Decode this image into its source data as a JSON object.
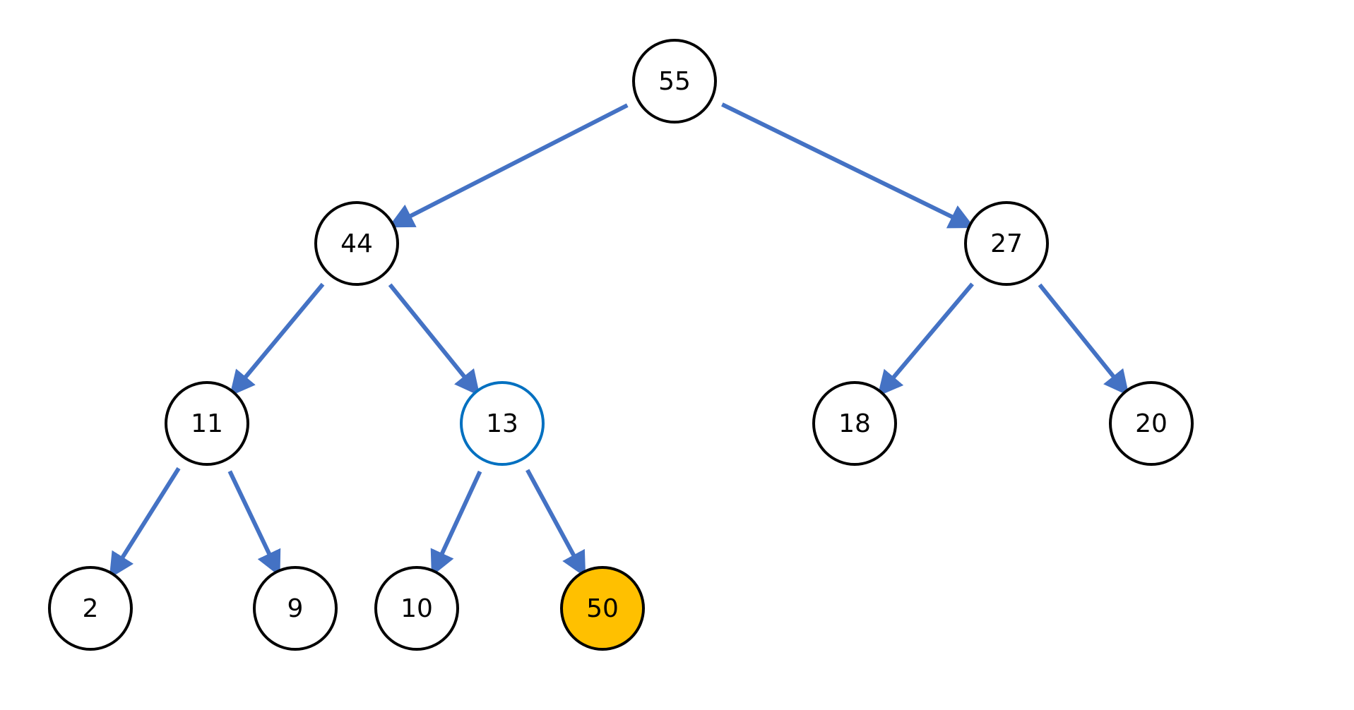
{
  "colors": {
    "edge": "#4472C4",
    "node_border": "#000000",
    "current_border": "#0070C0",
    "inserted_fill": "#FFC000"
  },
  "tree": {
    "nodes": [
      {
        "id": "n55",
        "label": "55",
        "state": "normal"
      },
      {
        "id": "n44",
        "label": "44",
        "state": "normal"
      },
      {
        "id": "n27",
        "label": "27",
        "state": "normal"
      },
      {
        "id": "n11",
        "label": "11",
        "state": "normal"
      },
      {
        "id": "n13",
        "label": "13",
        "state": "current"
      },
      {
        "id": "n18",
        "label": "18",
        "state": "normal"
      },
      {
        "id": "n20",
        "label": "20",
        "state": "normal"
      },
      {
        "id": "n2",
        "label": "2",
        "state": "normal"
      },
      {
        "id": "n9",
        "label": "9",
        "state": "normal"
      },
      {
        "id": "n10",
        "label": "10",
        "state": "normal"
      },
      {
        "id": "n50",
        "label": "50",
        "state": "inserted"
      }
    ],
    "edges": [
      {
        "from": "n55",
        "to": "n44"
      },
      {
        "from": "n55",
        "to": "n27"
      },
      {
        "from": "n44",
        "to": "n11"
      },
      {
        "from": "n44",
        "to": "n13"
      },
      {
        "from": "n27",
        "to": "n18"
      },
      {
        "from": "n27",
        "to": "n20"
      },
      {
        "from": "n11",
        "to": "n2"
      },
      {
        "from": "n11",
        "to": "n9"
      },
      {
        "from": "n13",
        "to": "n10"
      },
      {
        "from": "n13",
        "to": "n50"
      }
    ]
  }
}
